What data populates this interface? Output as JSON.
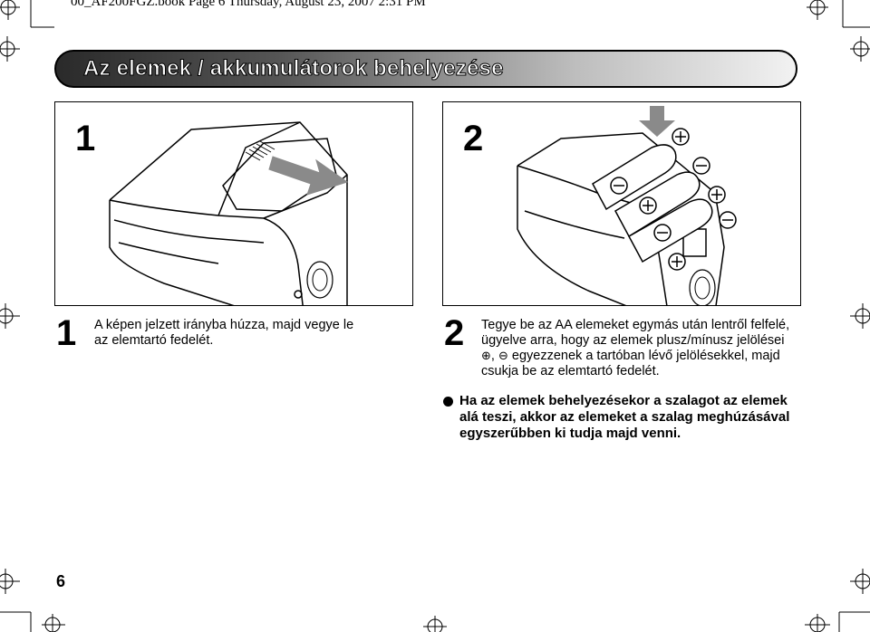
{
  "header_line": "00_AF200FGZ.book  Page 6  Thursday, August 23, 2007  2:31 PM",
  "title": "Az elemek / akkumulátorok behelyezése",
  "figures": [
    {
      "number": "1"
    },
    {
      "number": "2"
    }
  ],
  "steps": [
    {
      "number": "1",
      "text": "A képen jelzett irányba húzza, majd vegye le az elemtartó fedelét."
    },
    {
      "number": "2",
      "text_before": "Tegye be az AA elemeket egymás után lentről felfelé, ügyelve arra, hogy az elemek plusz/mínusz jelölései ",
      "plus_symbol": "⊕",
      "separator": ", ",
      "minus_symbol": "⊖",
      "text_after": " egyezzenek a tartóban lévő jelölésekkel, majd csukja be az elemtartó fedelét."
    }
  ],
  "note": "Ha az elemek behelyezésekor a szalagot az elemek alá teszi, akkor az elemeket a szalag meghúzásával egyszerűbben ki tudja majd venni.",
  "page_number": "6"
}
